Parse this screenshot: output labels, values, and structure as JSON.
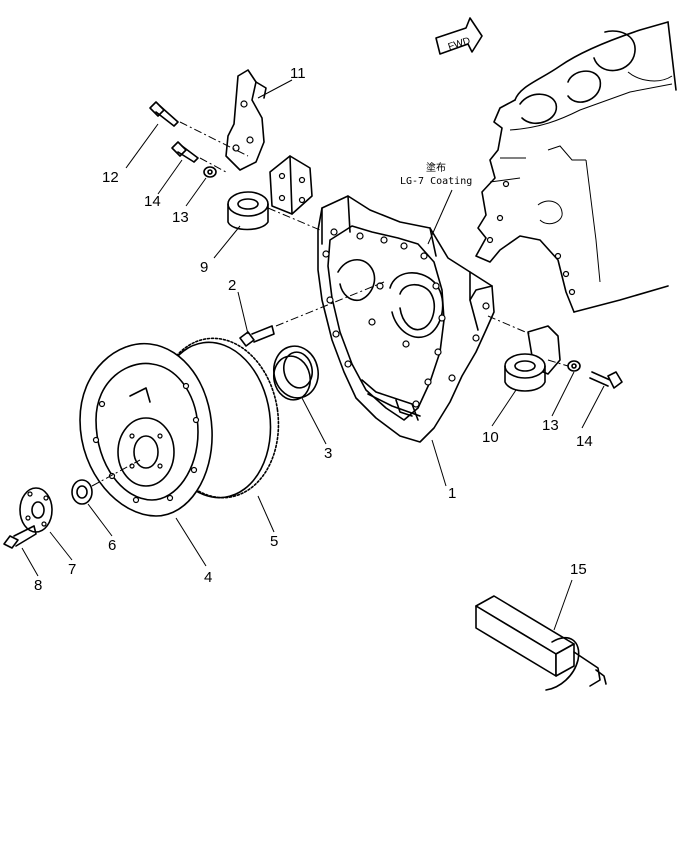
{
  "fwd_label": "FWD",
  "note": {
    "kanji": "塗布",
    "line1": "LG-7 Coating"
  },
  "callouts": [
    {
      "id": "1",
      "text": "1"
    },
    {
      "id": "2",
      "text": "2"
    },
    {
      "id": "3",
      "text": "3"
    },
    {
      "id": "4",
      "text": "4"
    },
    {
      "id": "5",
      "text": "5"
    },
    {
      "id": "6",
      "text": "6"
    },
    {
      "id": "7",
      "text": "7"
    },
    {
      "id": "8",
      "text": "8"
    },
    {
      "id": "9",
      "text": "9"
    },
    {
      "id": "10",
      "text": "10"
    },
    {
      "id": "11",
      "text": "11"
    },
    {
      "id": "12",
      "text": "12"
    },
    {
      "id": "13a",
      "text": "13"
    },
    {
      "id": "13b",
      "text": "13"
    },
    {
      "id": "14a",
      "text": "14"
    },
    {
      "id": "14b",
      "text": "14"
    },
    {
      "id": "15",
      "text": "15"
    }
  ]
}
